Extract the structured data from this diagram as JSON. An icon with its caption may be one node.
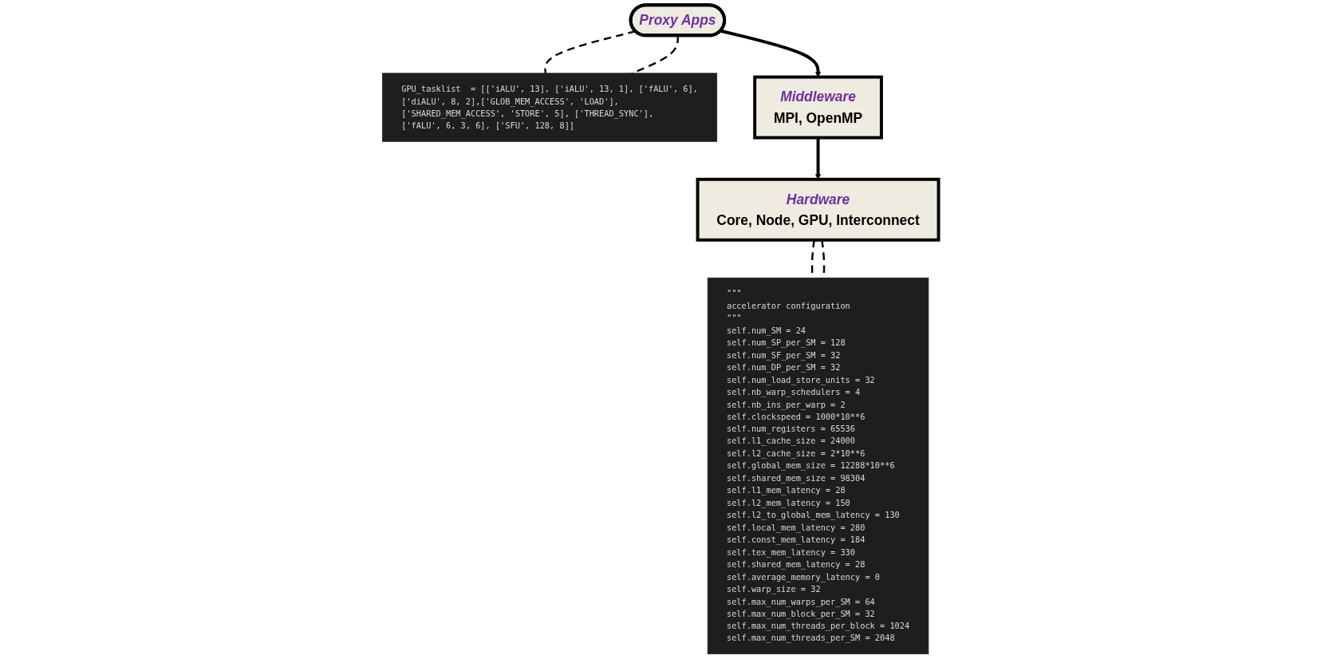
{
  "diagram": {
    "nodes": [
      {
        "text": [
          "Proxy Apps"
        ]
      },
      {
        "text": [
          "GPU_tasklist  = [['iALU', 13], ['iALU', 13, 1], ['fALU', 6],",
          "['diALU', 8, 2],['GLOB_MEM_ACCESS', 'LOAD'],",
          "['SHARED_MEM_ACCESS', 'STORE', 5], ['THREAD_SYNC'],",
          "['fALU', 6, 3, 6], ['SFU', 128, 8]]"
        ]
      },
      {
        "text": [
          "Middleware",
          "MPI, OpenMP"
        ]
      },
      {
        "text": [
          "\"\"\"",
          "accelerator configuration",
          "\"\"\"",
          "self.num_SM = 24",
          "self.num_SP_per_SM = 128",
          "self.num_SF_per_SM = 32",
          "self.num_DP_per_SM = 32",
          "self.num_load_store_units = 32",
          "self.nb_warp_schedulers = 4",
          "self.nb_ins_per_warp = 2",
          "self.clockspeed = 1000*10**6",
          "self.num_registers = 65536",
          "self.l1_cache_size = 24000",
          "self.l2_cache_size = 2*10**6",
          "self.global_mem_size = 12288*10**6",
          "self.shared_mem_size = 98304",
          "self.l1_mem_latency = 28",
          "self.l2_mem_latency = 150",
          "self.l2_to_global_mem_latency = 130",
          "self.local_mem_latency = 280",
          "self.const_mem_latency = 184",
          "self.tex_mem_latency = 330",
          "self.shared_mem_latency = 28",
          "self.average_memory_latency = 0",
          "self.warp_size = 32",
          "self.max_num_warps_per_SM = 64",
          "self.max_num_block_per_SM = 32",
          "self.max_num_threads_per_block = 1024",
          "self.max_num_threads_per_SM = 2048"
        ]
      },
      {
        "text": [
          "Hardware",
          "Core, Node, GPU, Interconnect"
        ]
      }
    ],
    "edges": [
      {
        "from": 0,
        "to": 1,
        "arrow": "none",
        "style": "dashed"
      },
      {
        "from": 0,
        "to": 1,
        "arrow": "none",
        "style": "dashed"
      },
      {
        "from": 0,
        "to": 2,
        "arrow": "to"
      },
      {
        "from": 2,
        "to": 4,
        "arrow": "to"
      },
      {
        "from": 4,
        "to": 3,
        "arrow": "none",
        "style": "dashed"
      },
      {
        "from": 4,
        "to": 3,
        "arrow": "none",
        "style": "dashed"
      }
    ]
  }
}
